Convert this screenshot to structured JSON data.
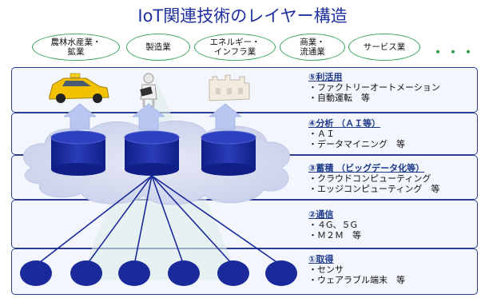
{
  "title": {
    "text": "IoT関連技術のレイヤー構造",
    "squiggle_word": "IoT"
  },
  "industries": [
    {
      "label": "農林水産業・\n鉱業"
    },
    {
      "label": "製造業"
    },
    {
      "label": "エネルギー・\nインフラ業"
    },
    {
      "label": "商業・\n流通業"
    },
    {
      "label": "サービス業"
    }
  ],
  "more": "・・・",
  "layers": [
    {
      "heading": "⑤利活用",
      "lines": [
        "・ファクトリーオートメーション",
        "・自動運転　等"
      ]
    },
    {
      "heading": "④分析 （ＡＩ等）",
      "lines": [
        "・ＡＩ",
        "・データマイニング　等"
      ]
    },
    {
      "heading": "③蓄積 （ビッグデータ化等）",
      "lines": [
        "・クラウドコンピューティング",
        "・エッジコンピューティング　等"
      ]
    },
    {
      "heading": "②通信",
      "lines": [
        "・４G、５G",
        "・Ｍ２Ｍ　等"
      ]
    },
    {
      "heading": "①取得",
      "lines": [
        "・センサ",
        "・ウェアラブル端末　等"
      ]
    }
  ],
  "colors": {
    "layer_border": "#2a3d8f",
    "layer_fill": "#eef2fa",
    "cylinder": "#1a2a9a",
    "node": "#1a2a9a",
    "arrow": "#b8c6f0",
    "cloud": "#d7dcf0",
    "industry_border": "#3aa55b",
    "title": "#1f2f9c"
  }
}
